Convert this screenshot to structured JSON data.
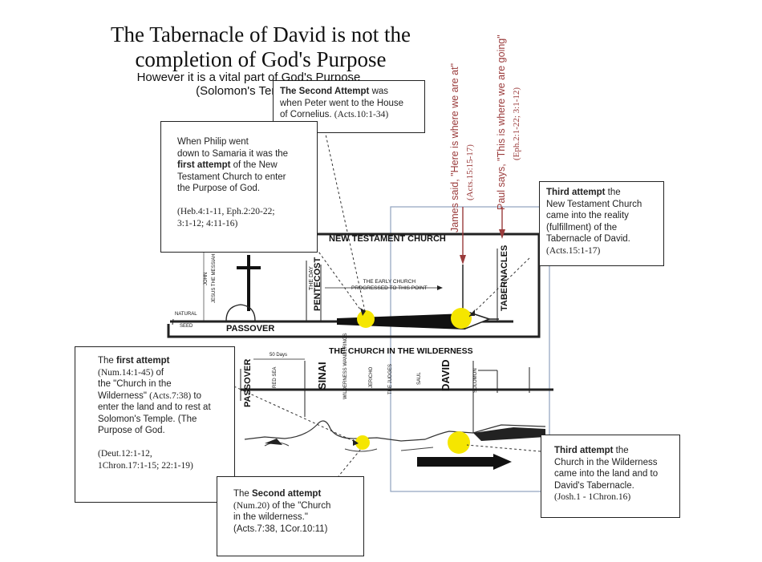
{
  "title": {
    "line1": "The Tabernacle of David is not the",
    "line2": "completion of God's Purpose",
    "sub1": "However it  is a vital part of God's Purpose",
    "sub2": "(Solomon's Temple)"
  },
  "red_labels": {
    "james_main": "James said, \"Here is where we are at\"",
    "james_ref": "(Acts.15:15-17)",
    "paul_main": "Paul says, \"This is where we are going\"",
    "paul_ref": "(Eph.2:1-22; 3:1-12)"
  },
  "boxes": {
    "nt_second": {
      "bold": "The Second Attempt",
      "rest1": " was",
      "rest2": "when Peter went to the House",
      "rest3": "of Cornelius. ",
      "ref": "(Acts.10:1-34)"
    },
    "nt_first": {
      "l1": "When Philip went",
      "l2": "down to Samaria it was the",
      "bold": "first attempt",
      "l3": " of the New",
      "l4": "Testament Church to enter",
      "l5": "the Purpose of God.",
      "ref1": "(Heb.4:1-11, Eph.2:20-22;",
      "ref2": "3:1-12; 4:11-16)"
    },
    "nt_third": {
      "bold": "Third attempt",
      "l1": " the",
      "l2": "New Testament Church",
      "l3": "came into the reality",
      "l4": "(fulfillment) of the",
      "l5": "Tabernacle of David.",
      "ref": "(Acts.15:1-17)"
    },
    "w_first": {
      "pre": "The ",
      "bold": "first attempt",
      "ref1": "(Num.14:1-45)",
      "l1": " of",
      "l2": "the \"Church in the",
      "l3": "Wilderness\" ",
      "ref2": "(Acts.7:38)",
      "l4": " to",
      "l5": "enter the land and to rest at",
      "l6": "Solomon's Temple. (The",
      "l7": "Purpose of God.",
      "ref3": "(Deut.12:1-12,",
      "ref4": "1Chron.17:1-15; 22:1-19)"
    },
    "w_second": {
      "pre": "The ",
      "bold": "Second attempt",
      "ref1": "(Num.20)",
      "l1": " of the \"Church",
      "l2": "in the wilderness.\"",
      "l3": "(Acts.7:38, 1Cor.10:11)"
    },
    "w_third": {
      "bold": "Third attempt",
      "l1": " the",
      "l2": "Church in the Wilderness",
      "l3": "came into the land and to",
      "l4": "David's Tabernacle.",
      "ref": "(Josh.1 - 1Chron.16)"
    }
  },
  "nt_diagram": {
    "header": "NEW TESTAMENT CHURCH",
    "john": "JOHN",
    "jesus": "JESUS THE MESSIAH",
    "the_day": "THE DAY",
    "pentecost": "PENTECOST",
    "early_church1": "THE EARLY CHURCH",
    "early_church2": "PROGRESSED TO THIS POINT",
    "tabernacles": "TABERNACLES",
    "natural": "NATURAL",
    "seed": "SEED",
    "passover": "PASSOVER"
  },
  "w_diagram": {
    "header": "THE CHURCH IN THE WILDERNESS",
    "passover": "PASSOVER",
    "sinai": "SINAI",
    "david": "DAVID",
    "days": "50 Days",
    "red_sea": "RED SEA",
    "wilderness": "WILDERNESS WANDERINGS",
    "jericho": "JERICHO",
    "judges": "THE JUDGES",
    "saul": "SAUL",
    "solomon": "SOLOMON"
  },
  "colors": {
    "accent_red": "#9a3b3b",
    "marker_yellow": "#f5e600",
    "guide_blue": "#8fa2bf"
  }
}
